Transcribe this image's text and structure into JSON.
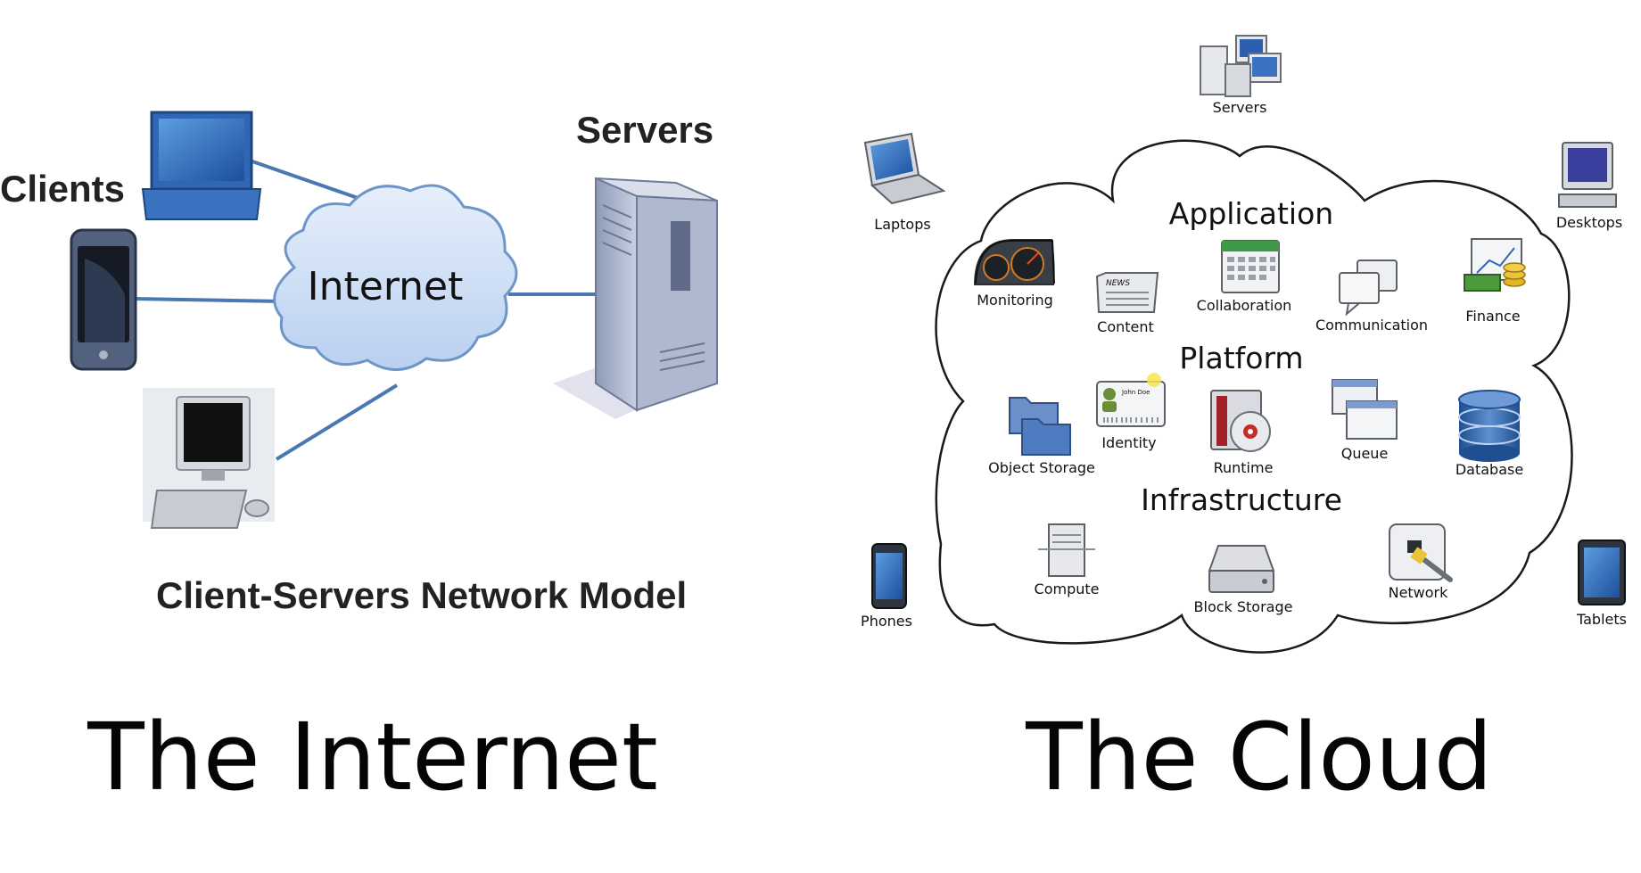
{
  "internet_panel": {
    "clients_label": "Clients",
    "servers_label": "Servers",
    "cloud_label": "Internet",
    "caption": "Client-Servers Network Model",
    "title": "The Internet"
  },
  "cloud_panel": {
    "title": "The Cloud",
    "outer_devices": {
      "servers": "Servers",
      "laptops": "Laptops",
      "desktops": "Desktops",
      "phones": "Phones",
      "tablets": "Tablets"
    },
    "layers": {
      "application": "Application",
      "platform": "Platform",
      "infrastructure": "Infrastructure"
    },
    "services": {
      "monitoring": "Monitoring",
      "content": "Content",
      "collaboration": "Collaboration",
      "communication": "Communication",
      "finance": "Finance",
      "object_storage": "Object Storage",
      "identity": "Identity",
      "runtime": "Runtime",
      "queue": "Queue",
      "database": "Database",
      "compute": "Compute",
      "block_storage": "Block Storage",
      "network": "Network"
    },
    "icon_texts": {
      "news_badge": "NEWS",
      "id_card_name": "John Doe"
    }
  },
  "colors": {
    "link_line": "#4a78b0",
    "cloud_fill": "#cfe0f7",
    "cloud_stroke": "#6f95c8",
    "server_fill": "#aeb8cf",
    "device_blue": "#2f67b5"
  }
}
